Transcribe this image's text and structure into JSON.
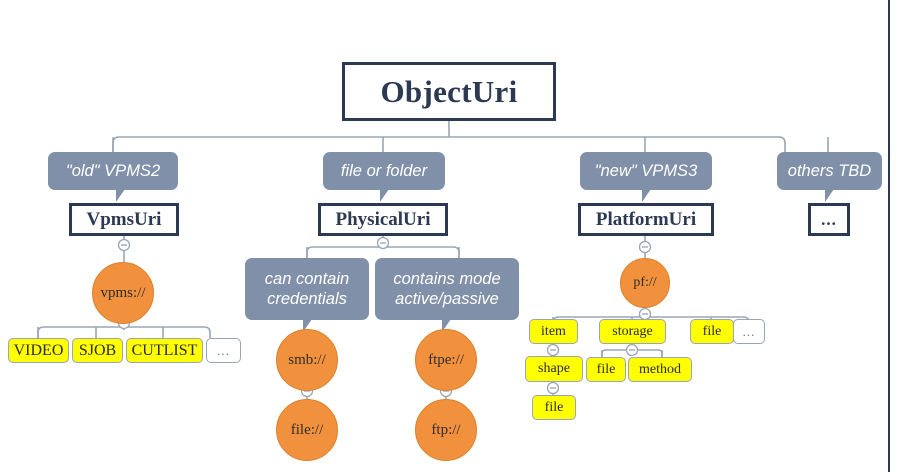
{
  "diagram": {
    "title": "ObjectUri",
    "root": {
      "label": "ObjectUri"
    },
    "branches": [
      {
        "note": "\"old\" VPMS2",
        "class": "VpmsUri",
        "scheme": "vpms://",
        "leaves": [
          "VIDEO",
          "SJOB",
          "CUTLIST",
          "..."
        ]
      },
      {
        "note": "file or folder",
        "class": "PhysicalUri",
        "notes": [
          "can contain credentials",
          "contains mode active/passive"
        ],
        "schemes": [
          "smb://",
          "ftpe://"
        ],
        "sub_schemes": [
          "file://",
          "ftp://"
        ]
      },
      {
        "note": "\"new\" VPMS3",
        "class": "PlatformUri",
        "scheme": "pf://",
        "leaves": [
          "item",
          "storage",
          "file",
          "..."
        ],
        "item_children": [
          "shape"
        ],
        "shape_children": [
          "file"
        ],
        "storage_children": [
          "file",
          "method"
        ]
      },
      {
        "note": "others TBD",
        "class": "..."
      }
    ],
    "notes": {
      "can_contain_credentials_line1": "can contain",
      "can_contain_credentials_line2": "credentials",
      "contains_mode_line1": "contains mode",
      "contains_mode_line2": "active/passive"
    },
    "labels": {
      "note_old_vpms2": "\"old\" VPMS2",
      "note_file_or_folder": "file or folder",
      "note_new_vpms3": "\"new\" VPMS3",
      "note_others_tbd": "others TBD",
      "class_vpmsuri": "VpmsUri",
      "class_physicaluri": "PhysicalUri",
      "class_platformuri": "PlatformUri",
      "class_ellipsis": "...",
      "scheme_vpms": "vpms://",
      "scheme_smb": "smb://",
      "scheme_file": "file://",
      "scheme_ftpe": "ftpe://",
      "scheme_ftp": "ftp://",
      "scheme_pf": "pf://",
      "leaf_video": "VIDEO",
      "leaf_sjob": "SJOB",
      "leaf_cutlist": "CUTLIST",
      "leaf_vpms_more": "...",
      "leaf_item": "item",
      "leaf_storage": "storage",
      "leaf_file_top": "file",
      "leaf_pf_more": "...",
      "leaf_shape": "shape",
      "leaf_shape_file": "file",
      "leaf_storage_file": "file",
      "leaf_storage_method": "method"
    },
    "colors": {
      "note_gray": "#8090a8",
      "class_border": "#2b3952",
      "circle_orange": "#f2913d",
      "leaf_yellow": "#ffff00",
      "edge_gray": "#9aa5b5"
    }
  }
}
